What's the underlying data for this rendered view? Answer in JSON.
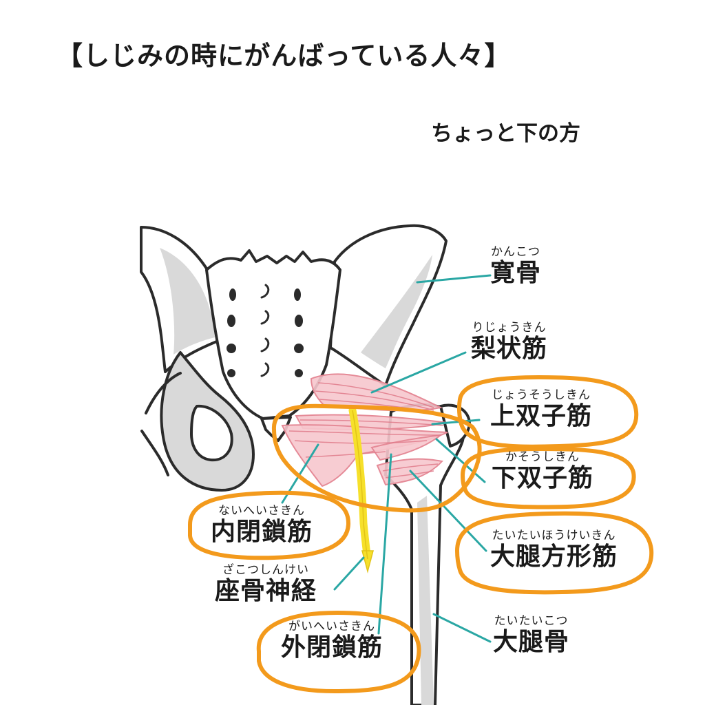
{
  "title": "【しじみの時にがんばっている人々】",
  "subtitle": "ちょっと下の方",
  "labels": {
    "ilium": {
      "ruby": "かんこつ",
      "name": "寛骨"
    },
    "piriformis": {
      "ruby": "りじょうきん",
      "name": "梨状筋"
    },
    "superior_gemellus": {
      "ruby": "じょうそうしきん",
      "name": "上双子筋"
    },
    "inferior_gemellus": {
      "ruby": "かそうしきん",
      "name": "下双子筋"
    },
    "obturator_internus": {
      "ruby": "ないへいさきん",
      "name": "内閉鎖筋"
    },
    "quadratus_femoris": {
      "ruby": "たいたいほうけいきん",
      "name": "大腿方形筋"
    },
    "sciatic_nerve": {
      "ruby": "ざこつしんけい",
      "name": "座骨神経"
    },
    "obturator_externus": {
      "ruby": "がいへいさきん",
      "name": "外閉鎖筋"
    },
    "femur": {
      "ruby": "たいたいこつ",
      "name": "大腿骨"
    }
  },
  "colors": {
    "highlight": "#F39A1C",
    "leader": "#2AA7A4",
    "muscle": "#E58A97",
    "nerve": "#F6E02A",
    "bone_shade": "#D9D9D9",
    "outline": "#2b2b2b"
  }
}
